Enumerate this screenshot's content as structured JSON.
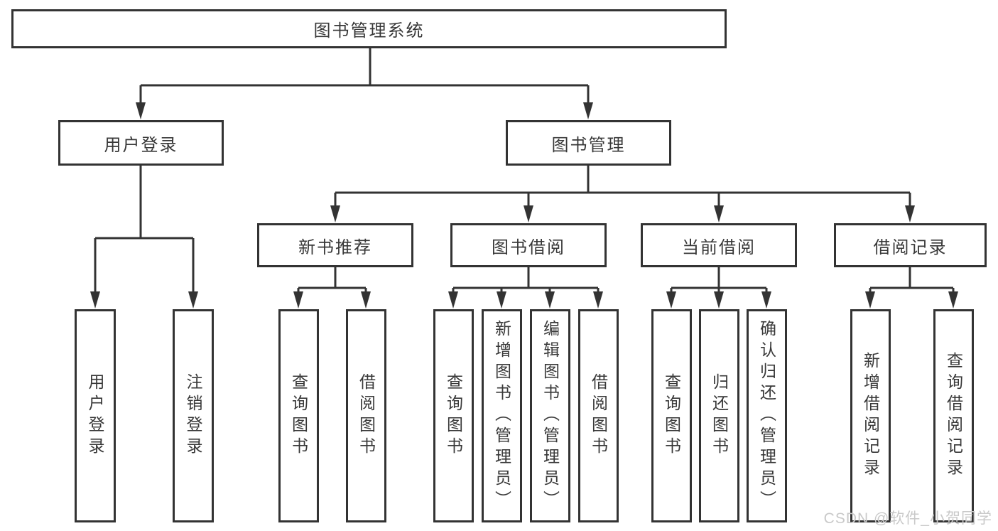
{
  "diagram": {
    "title": "图书管理系统",
    "level2": [
      {
        "label": "用户登录"
      },
      {
        "label": "图书管理"
      }
    ],
    "level3": [
      {
        "label": "新书推荐"
      },
      {
        "label": "图书借阅"
      },
      {
        "label": "当前借阅"
      },
      {
        "label": "借阅记录"
      }
    ],
    "groups": [
      {
        "parent": "用户登录",
        "leaves": [
          "用户登录",
          "注销登录"
        ]
      },
      {
        "parent": "新书推荐",
        "leaves": [
          "查询图书",
          "借阅图书"
        ]
      },
      {
        "parent": "图书借阅",
        "leaves": [
          "查询图书",
          "新增图书（管理员）",
          "编辑图书（管理员）",
          "借阅图书"
        ]
      },
      {
        "parent": "当前借阅",
        "leaves": [
          "查询图书",
          "归还图书",
          "确认归还（管理员）"
        ]
      },
      {
        "parent": "借阅记录",
        "leaves": [
          "新增借阅记录",
          "查询借阅记录"
        ]
      }
    ],
    "line_color": "#333333"
  },
  "watermark": {
    "text": "CSDN @软件_小贺同学",
    "color": "#c9c9c9"
  }
}
